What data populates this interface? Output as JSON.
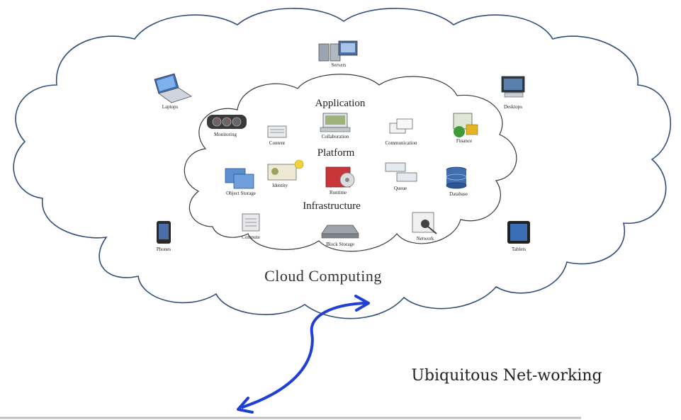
{
  "title": "Cloud Computing",
  "network_label": "Ubiquitous Net-working",
  "sections": {
    "application": "Application",
    "platform": "Platform",
    "infrastructure": "Infrastructure"
  },
  "outer_devices": {
    "servers": "Servers",
    "laptops": "Laptops",
    "desktops": "Desktops",
    "phones": "Phones",
    "tablets": "Tablets"
  },
  "application_items": {
    "monitoring": "Monitoring",
    "content": "Content",
    "collaboration": "Collaboration",
    "communication": "Communication",
    "finance": "Finance"
  },
  "platform_items": {
    "object_storage": "Object Storage",
    "identity": "Identity",
    "runtime": "Runtime",
    "queue": "Queue",
    "database": "Database"
  },
  "infrastructure_items": {
    "compute": "Compute",
    "block_storage": "Block Storage",
    "network": "Network"
  },
  "colors": {
    "cloud_outline": "#2f4f7a",
    "arrow": "#1f3fd6"
  }
}
